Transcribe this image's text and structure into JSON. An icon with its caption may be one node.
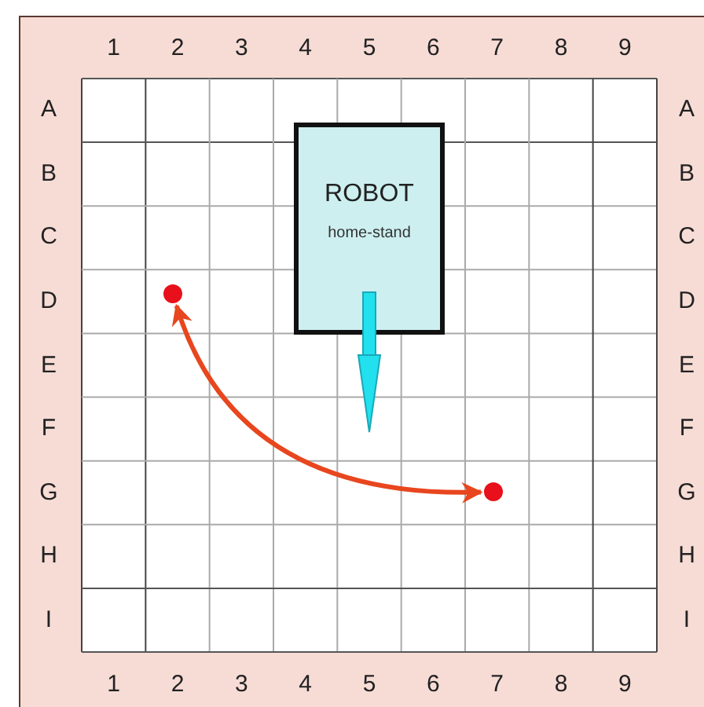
{
  "diagram": {
    "nodes": [
      {
        "text": [
          "ROBOT",
          "home-stand"
        ]
      },
      {
        "text": [],
        "shape": "circle"
      },
      {
        "text": [],
        "shape": "circle"
      }
    ],
    "edges": [
      {
        "from": 1,
        "to": 2,
        "arrow": "both"
      }
    ],
    "labels": [
      "1",
      "2",
      "3",
      "4",
      "5",
      "6",
      "7",
      "8",
      "9",
      "A",
      "A",
      "B",
      "B",
      "C",
      "C",
      "D",
      "D",
      "E",
      "E",
      "F",
      "F",
      "G",
      "G",
      "H",
      "H",
      "I",
      "I",
      "1",
      "2",
      "3",
      "4",
      "5",
      "6",
      "7",
      "8",
      "9"
    ]
  }
}
